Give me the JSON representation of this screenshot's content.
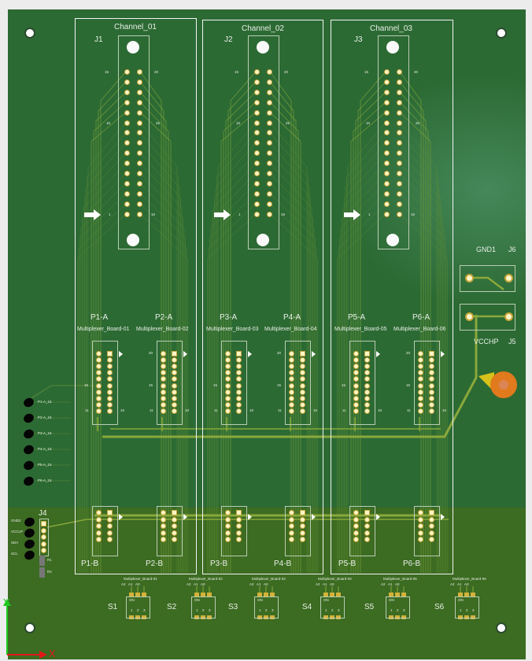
{
  "channels": [
    {
      "title": "Channel_01",
      "connector": "J1",
      "pin_labels": {
        "top_left": "15",
        "top_right": "20",
        "mid_left": "10",
        "mid_right": "25",
        "bottom_left": "1",
        "bottom_right": "16"
      }
    },
    {
      "title": "Channel_02",
      "connector": "J2",
      "pin_labels": {
        "top_left": "15",
        "top_right": "20",
        "mid_left": "10",
        "mid_right": "25",
        "bottom_left": "1",
        "bottom_right": "16"
      }
    },
    {
      "title": "Channel_03",
      "connector": "J3",
      "pin_labels": {
        "top_left": "15",
        "top_right": "20",
        "mid_left": "10",
        "mid_right": "25",
        "bottom_left": "1",
        "bottom_right": "16"
      }
    }
  ],
  "boards": [
    {
      "a_label": "P1-A",
      "name": "Multiplexer_Board-01",
      "b_label": "P1-B",
      "switch": "S1",
      "switch_board": "Multiplexer_Board-01"
    },
    {
      "a_label": "P2-A",
      "name": "Multiplexer_Board-02",
      "b_label": "P2-B",
      "switch": "S2",
      "switch_board": "Multiplexer_Board-02"
    },
    {
      "a_label": "P3-A",
      "name": "Multiplexer_Board-03",
      "b_label": "P3-B",
      "switch": "S3",
      "switch_board": "Multiplexer_Board-03"
    },
    {
      "a_label": "P4-A",
      "name": "Multiplexer_Board-04",
      "b_label": "P4-B",
      "switch": "S4",
      "switch_board": "Multiplexer_Board-04"
    },
    {
      "a_label": "P5-A",
      "name": "Multiplexer_Board-05",
      "b_label": "P5-B",
      "switch": "S5",
      "switch_board": "Multiplexer_Board-05"
    },
    {
      "a_label": "P6-A",
      "name": "Multiplexer_Board-06",
      "b_label": "P6-B",
      "switch": "S6",
      "switch_board": "Multiplexer_Board-06"
    }
  ],
  "header_pin_labels": {
    "top": "20",
    "mid": "15",
    "bottom_left": "11",
    "bottom_right": "10"
  },
  "switch_pins": {
    "addr": [
      "A2",
      "A1",
      "A0"
    ],
    "on": "ON",
    "nums": [
      "1",
      "2",
      "3"
    ]
  },
  "left_pads": [
    "P1-A_15",
    "P2-A_15",
    "P3-A_15",
    "P4-A_15",
    "P5-A_15",
    "P6-A_15"
  ],
  "j4": {
    "label": "J4",
    "pins": [
      "GND2",
      "VCCLP",
      "SDA",
      "SCL"
    ],
    "resistors": [
      "R1",
      "R2"
    ]
  },
  "j6": {
    "net": "GND1",
    "label": "J6"
  },
  "j5": {
    "net": "VCCHP",
    "label": "J5"
  },
  "axes": {
    "x": "X",
    "y": "Y"
  },
  "colors": {
    "board": "#2c6a34",
    "board_lower": "#3c6b22",
    "trace": "#8fb03a",
    "pad": "#c8a63a",
    "silkscreen": "#f4f4f4"
  }
}
